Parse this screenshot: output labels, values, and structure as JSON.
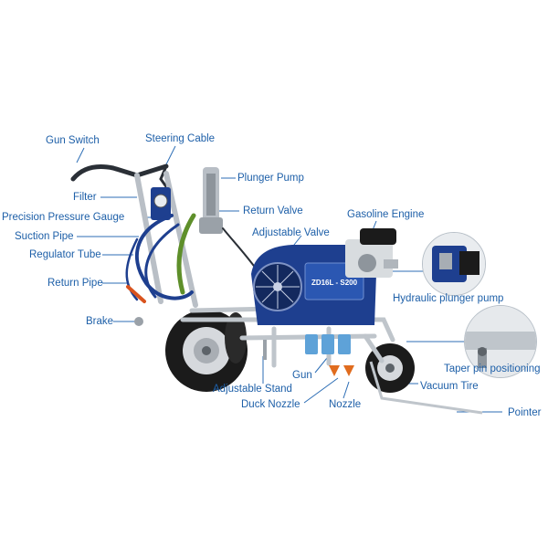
{
  "labels": {
    "gun_switch": "Gun Switch",
    "steering_cable": "Steering Cable",
    "plunger_pump": "Plunger Pump",
    "filter": "Filter",
    "return_valve": "Return Valve",
    "precision_pressure_gauge": "Precision Pressure Gauge",
    "gasoline_engine": "Gasoline Engine",
    "adjustable_valve": "Adjustable Valve",
    "suction_pipe": "Suction Pipe",
    "regulator_tube": "Regulator Tube",
    "return_pipe": "Return Pipe",
    "hydraulic_plunger_pump": "Hydraulic plunger pump",
    "brake": "Brake",
    "taper_pin_positioning": "Taper pin positioning",
    "gun": "Gun",
    "adjustable_stand": "Adjustable Stand",
    "vacuum_tire": "Vacuum Tire",
    "duck_nozzle": "Duck Nozzle",
    "nozzle": "Nozzle",
    "pointer": "Pointer"
  },
  "machine_plate": {
    "model": "ZD16L - S200"
  },
  "colors": {
    "label_text": "#1d5fa8",
    "leader_line": "#2c6db5",
    "machine_blue": "#1e3f8f",
    "frame_silver": "#c9ced4",
    "tire_black": "#1b1b1b"
  }
}
